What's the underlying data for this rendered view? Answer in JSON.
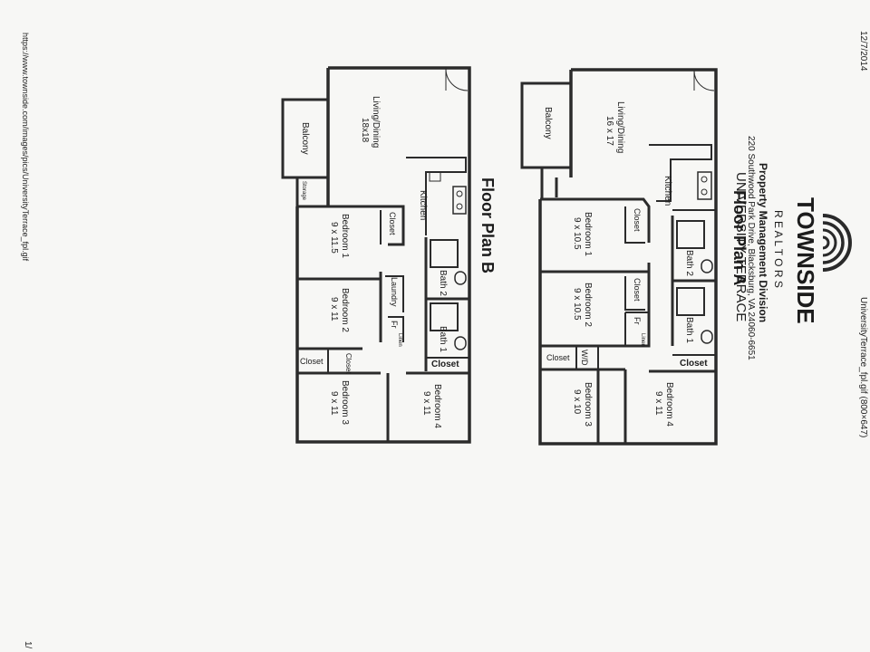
{
  "browser": {
    "date": "12/7/2014",
    "image_title": "UniversityTerrace_fpl.gif (800×647)",
    "url": "https://www.townside.com/images/pics/UniversityTerrace_fpl.gif",
    "page_number": "1/"
  },
  "company": {
    "logo": "TOWNSIDE",
    "tagline": "R E A L T O R S",
    "division": "Property Management Division",
    "address": "220 Southwood Park Drive, Blacksburg, VA 24060-6651",
    "property": "UNIVERSITY TERRACE"
  },
  "plan_a": {
    "title": "Floor Plan A",
    "rooms": {
      "balcony": "Balcony",
      "living_name": "Living/Dining",
      "living_size": "16 x 17",
      "kitchen": "Kitchen",
      "bedroom1_name": "Bedroom 1",
      "bedroom1_size": "9 x 10.5",
      "bedroom2_name": "Bedroom 2",
      "bedroom2_size": "9 x 10.5",
      "bedroom3_name": "Bedroom 3",
      "bedroom3_size": "9 x 10",
      "bedroom4_name": "Bedroom 4",
      "bedroom4_size": "9 x 11",
      "bath1": "Bath 1",
      "bath2": "Bath 2",
      "closet": "Closet",
      "fr": "Fr",
      "linen": "Linen",
      "wd": "W/D"
    }
  },
  "plan_b": {
    "title": "Floor Plan B",
    "rooms": {
      "balcony": "Balcony",
      "storage": "Storage",
      "living_name": "Living/Dining",
      "living_size": "18x18",
      "kitchen": "Kitchen",
      "bedroom1_name": "Bedroom 1",
      "bedroom1_size": "9 x 11.5",
      "bedroom2_name": "Bedroom 2",
      "bedroom2_size": "9 x 11",
      "bedroom3_name": "Bedroom 3",
      "bedroom3_size": "9 x 11",
      "bedroom4_name": "Bedroom 4",
      "bedroom4_size": "9 x 11",
      "bath1": "Bath 1",
      "bath2": "Bath 2",
      "closet": "Closet",
      "laundry": "Laundry",
      "fr": "Fr",
      "linen": "Linen"
    }
  }
}
